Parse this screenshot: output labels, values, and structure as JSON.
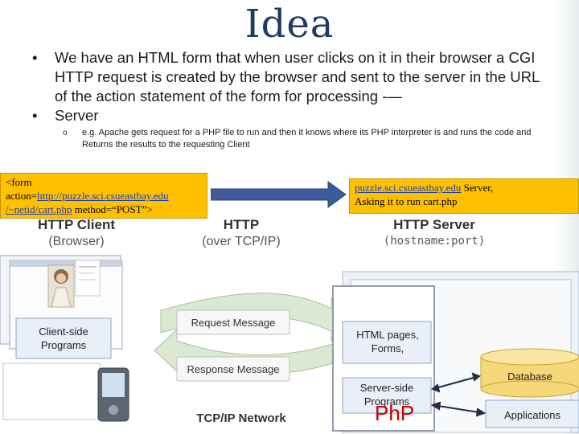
{
  "slide": {
    "title": "Idea",
    "bullets": [
      {
        "marker": "•",
        "text": "We have an HTML form that when user clicks on it in their browser a CGI HTTP request is created by the browser and sent to the server in the URL of the action statement of the form for processing -—"
      },
      {
        "marker": "•",
        "text": "Server"
      }
    ],
    "sub_bullet": {
      "marker": "o",
      "text": "e.g. Apache gets request for a PHP file to run and then it knows where its PHP interpreter is and runs the code and  Returns the results to the requesting Client"
    },
    "callout_left": {
      "line1": "<form",
      "prefix": "action=",
      "url_part1": "http://puzzle.sci.csueastbay.edu",
      "url_part2": "/~netid/cart.php",
      "suffix": " method=“POST”>"
    },
    "callout_right": {
      "url": "puzzle.sci.csueastbay.edu",
      "text1": " Server,",
      "text2": "Asking it to run cart.php"
    }
  },
  "diagram": {
    "client_title": "HTTP Client",
    "client_sub": "(Browser)",
    "protocol_title": "HTTP",
    "protocol_sub": "(over TCP/IP)",
    "server_title": "HTTP Server",
    "server_sub": "(hostname:port)",
    "client_programs_l1": "Client-side",
    "client_programs_l2": "Programs",
    "request": "Request Message",
    "response": "Response Message",
    "network": "TCP/IP Network",
    "html_pages_l1": "HTML pages,",
    "html_pages_l2": "Forms,",
    "server_programs_l1": "Server-side",
    "server_programs_l2": "Programs",
    "database": "Database",
    "applications": "Applications",
    "php": "PhP"
  },
  "colors": {
    "title": "#1f3a63",
    "callout": "#ffc000",
    "arrow": "#3b5b9a",
    "php": "#cc0000"
  }
}
